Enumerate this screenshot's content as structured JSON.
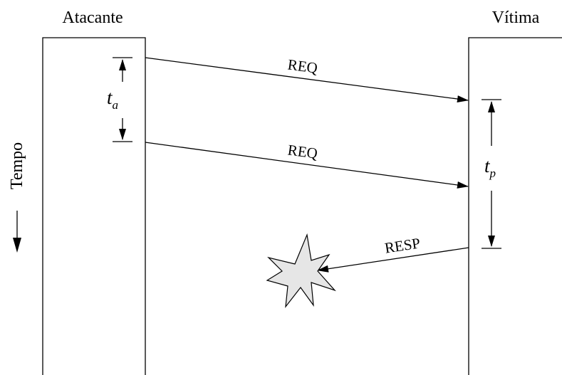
{
  "diagram": {
    "participants": {
      "attacker": "Atacante",
      "victim": "Vítima"
    },
    "time_axis_label": "Tempo",
    "messages": [
      {
        "label": "REQ",
        "from": "Atacante",
        "to": "Vítima"
      },
      {
        "label": "REQ",
        "from": "Atacante",
        "to": "Vítima"
      },
      {
        "label": "RESP",
        "from": "Vítima",
        "to": "explosion"
      }
    ],
    "intervals": {
      "attacker": {
        "symbol": "t",
        "subscript": "a"
      },
      "victim": {
        "symbol": "t",
        "subscript": "p"
      }
    },
    "explosion_fill": "#e6e6e6",
    "line_color": "#000000"
  }
}
